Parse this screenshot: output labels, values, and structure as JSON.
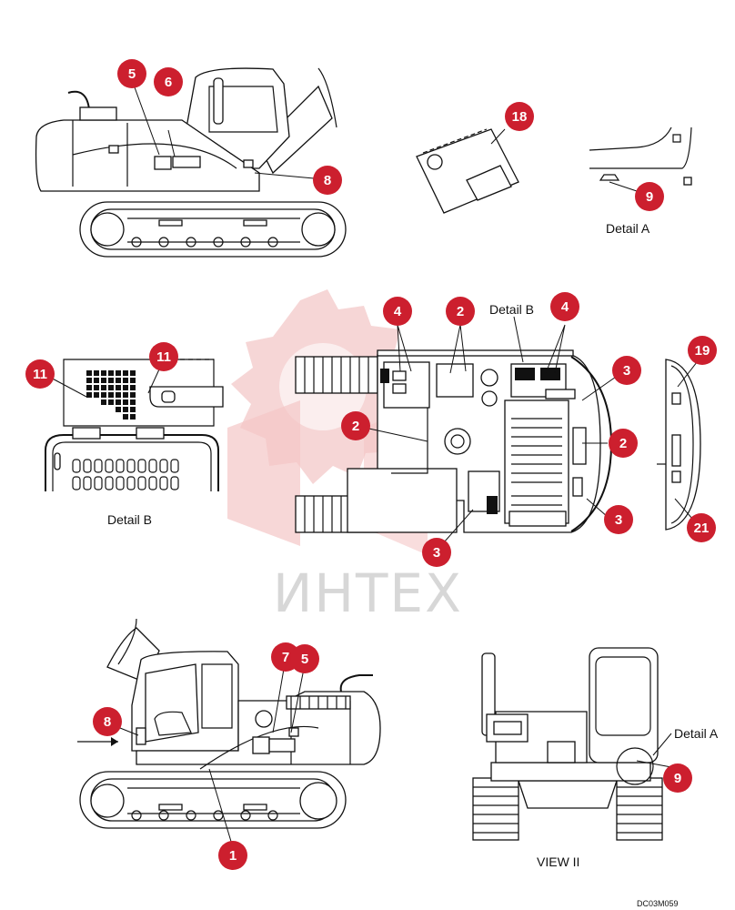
{
  "watermark": "ИНТЕХ",
  "drawing_code": "DC03M059",
  "colors": {
    "balloon": "#cc1f2e",
    "balloon_text": "#ffffff",
    "line": "#111111",
    "watermark_gear": "#f3c8c8"
  },
  "labels": {
    "detail_a": "Detail A",
    "detail_b_top": "Detail B",
    "detail_b_left": "Detail B",
    "view_ii": "VIEW II",
    "detail_a_ref": "Detail A"
  },
  "balloons": [
    {
      "id": "b5-top",
      "num": "5"
    },
    {
      "id": "b6-top",
      "num": "6"
    },
    {
      "id": "b8-top",
      "num": "8"
    },
    {
      "id": "b18",
      "num": "18"
    },
    {
      "id": "b9-detail",
      "num": "9"
    },
    {
      "id": "b4-left",
      "num": "4"
    },
    {
      "id": "b2-top",
      "num": "2"
    },
    {
      "id": "b4-right",
      "num": "4"
    },
    {
      "id": "b3-top",
      "num": "3"
    },
    {
      "id": "b2-mid",
      "num": "2"
    },
    {
      "id": "b2-right",
      "num": "2"
    },
    {
      "id": "b3-right",
      "num": "3"
    },
    {
      "id": "b3-bottom",
      "num": "3"
    },
    {
      "id": "b11-left",
      "num": "11"
    },
    {
      "id": "b11-right",
      "num": "11"
    },
    {
      "id": "b19",
      "num": "19"
    },
    {
      "id": "b21",
      "num": "21"
    },
    {
      "id": "b7",
      "num": "7"
    },
    {
      "id": "b5-bottom",
      "num": "5"
    },
    {
      "id": "b8-bottom",
      "num": "8"
    },
    {
      "id": "b1",
      "num": "1"
    },
    {
      "id": "b9-view",
      "num": "9"
    }
  ]
}
